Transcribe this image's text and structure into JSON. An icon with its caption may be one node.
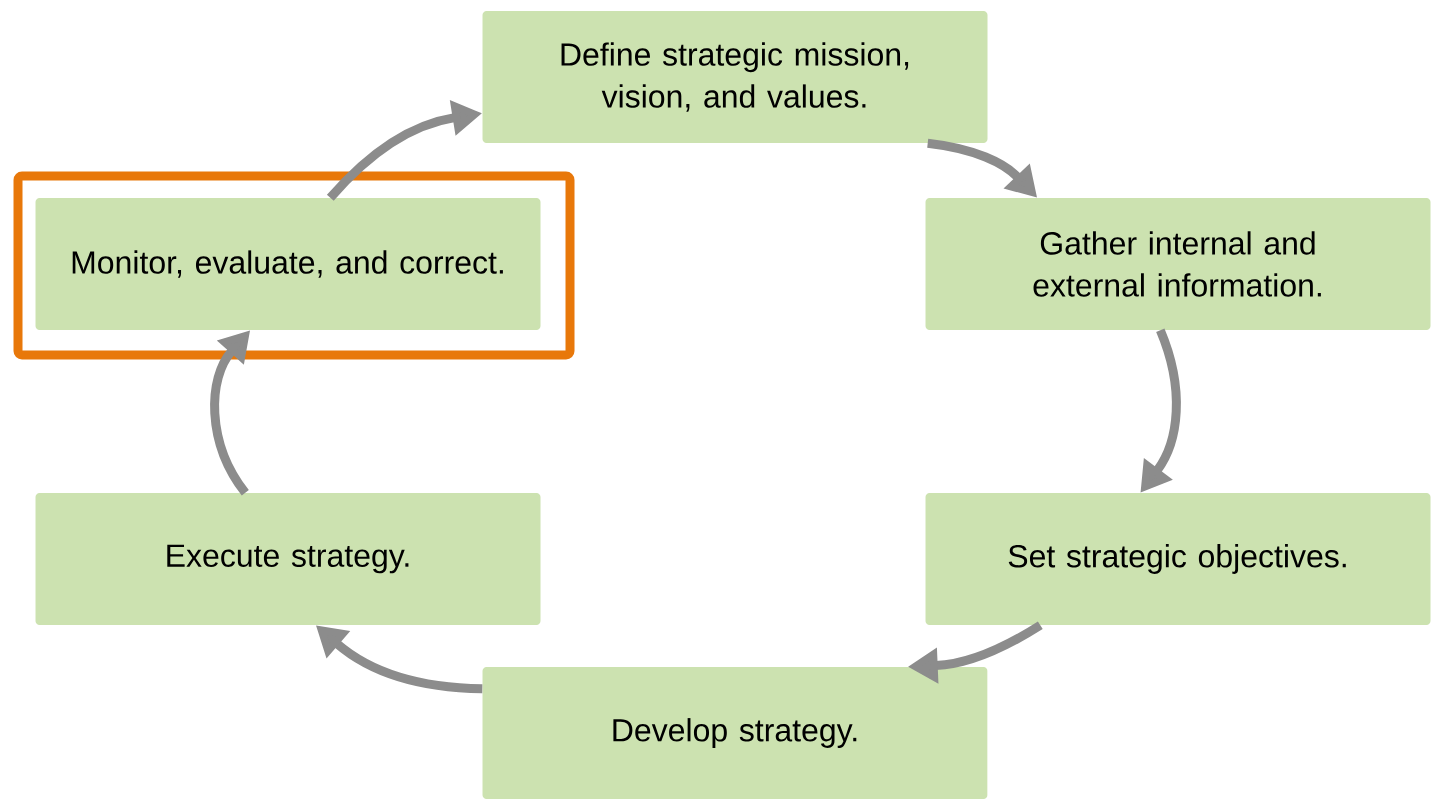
{
  "diagram": {
    "nodes": [
      {
        "text": [
          "Define strategic mission, vision, and values."
        ]
      },
      {
        "text": [
          "Gather internal and external information."
        ]
      },
      {
        "text": [
          "Set strategic objectives."
        ]
      },
      {
        "text": [
          "Develop strategy."
        ]
      },
      {
        "text": [
          "Execute strategy."
        ]
      },
      {
        "text": [
          "Monitor, evaluate, and correct."
        ]
      }
    ],
    "edges": [
      {
        "from": 0,
        "to": 1,
        "arrow": "to"
      },
      {
        "from": 1,
        "to": 2,
        "arrow": "to"
      },
      {
        "from": 2,
        "to": 3,
        "arrow": "to"
      },
      {
        "from": 3,
        "to": 4,
        "arrow": "to"
      },
      {
        "from": 4,
        "to": 5,
        "arrow": "to"
      },
      {
        "from": 5,
        "to": 0,
        "arrow": "to"
      }
    ]
  }
}
